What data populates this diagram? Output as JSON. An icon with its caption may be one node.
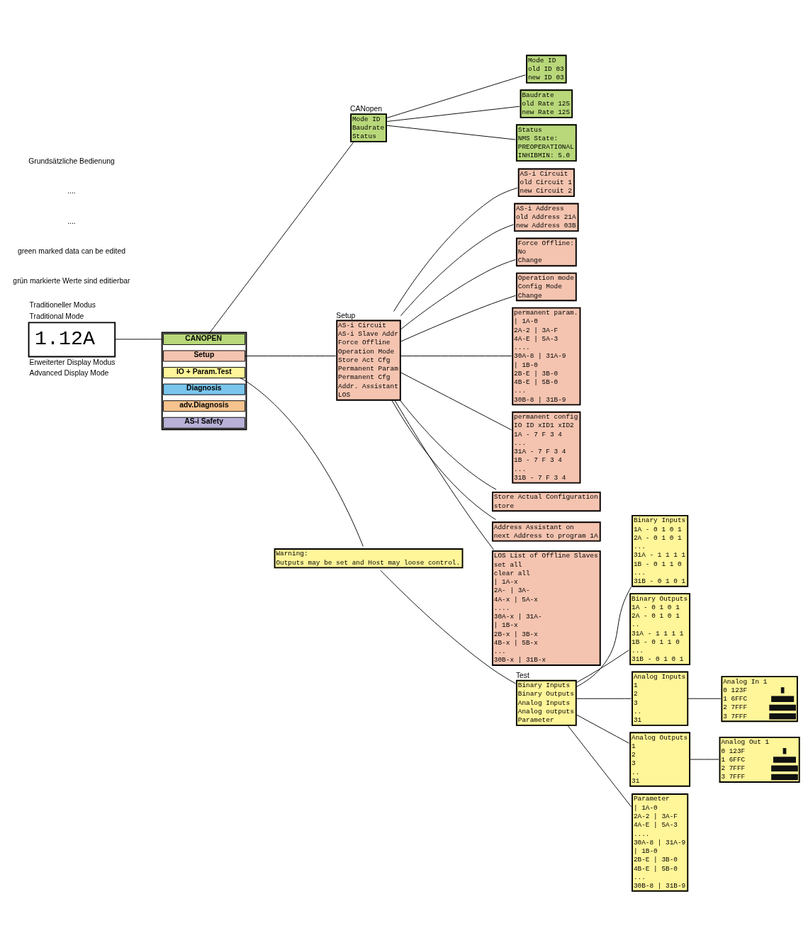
{
  "diagram": {
    "nodes": [
      {
        "text": [
          "1.12A"
        ],
        "beside": [
          "Traditioneller Modus",
          "Traditional Mode",
          "Erweiterter Display Modus",
          "Advanced Display Mode"
        ]
      },
      {
        "text": [],
        "shape": "box"
      },
      {
        "text": [
          "CANOPEN"
        ],
        "in": 1
      },
      {
        "text": [
          "Setup"
        ],
        "in": 1
      },
      {
        "text": [
          "IO + Param.Test"
        ],
        "in": 1
      },
      {
        "text": [
          "Diagnosis"
        ],
        "in": 1
      },
      {
        "text": [
          "adv.Diagnosis"
        ],
        "in": 1
      },
      {
        "text": [
          "AS-i Safety"
        ],
        "in": 1
      },
      {
        "text": [
          "CANopen",
          "Mode ID",
          "Baudrate",
          "Status"
        ]
      },
      {
        "text": [
          "Mode ID",
          "old ID 03",
          "new ID 03"
        ]
      },
      {
        "text": [
          "Baudrate",
          "old Rate 125",
          "new Rate 125"
        ]
      },
      {
        "text": [
          "Status",
          "NMS State:",
          "PREOPERATIONAL",
          "INHIBMIN: 5.0"
        ]
      },
      {
        "text": [
          "Warning:",
          "Outputs may be set and Host may loose control."
        ]
      },
      {
        "text": [
          "Test",
          "Binary Inputs",
          "Binary Outputs",
          "Analog Inputs",
          "Analog outputs",
          "Parameter"
        ]
      },
      {
        "text": [
          "Binary Inputs",
          "1A - 0 1 0 1",
          "2A - 0 1 0 1",
          "...",
          "31A - 1 1 1 1",
          "1B - 0 1 1 0",
          "...",
          "31B - 0 1 0 1"
        ]
      },
      {
        "text": [
          "Binary Outputs",
          "1A - 0 1 0 1",
          "2A - 0 1 0 1",
          "..",
          "31A - 1 1 1 1",
          "1B - 0 1 1 0",
          "...",
          "31B - 0 1 0 1"
        ]
      },
      {
        "text": [
          "Analog Inputs",
          "1",
          "2",
          "3",
          "..",
          "31"
        ]
      },
      {
        "text": [
          "Analog Outputs",
          "1",
          "2",
          "3",
          "..",
          "31"
        ]
      },
      {
        "text": [
          "Parameter",
          "| 1A-0",
          "2A-2 | 3A-F",
          "4A-E | 5A-3",
          "....",
          "30A-8 | 31A-9",
          "| 1B-0",
          "2B-E | 3B-0",
          "4B-E | 5B-0",
          "...",
          "30B-8 | 31B-9"
        ]
      },
      {
        "text": [
          "Analog In 1",
          "0 123F",
          "1 6FFC",
          "2 7FFF",
          "3 7FFF"
        ]
      },
      {
        "text": [
          "Analog Out 1",
          "0 123F",
          "1 6FFC",
          "2 7FFF",
          "3 7FFF"
        ]
      },
      {
        "text": [
          "Setup",
          "AS-i Circuit",
          "AS-i Slave Addr",
          "Force Offline",
          "Operation Mode",
          "Store Act Cfg",
          "Permanent Param",
          "Permanent Cfg",
          "Addr. Assistant",
          "LOS"
        ]
      },
      {
        "text": [
          "AS-i Circuit",
          "old Circuit 1",
          "new Circuit 2"
        ]
      },
      {
        "text": [
          "AS-i Address",
          "old Address 21A",
          "new Address 03B"
        ]
      },
      {
        "text": [
          "Force Offline:",
          "No",
          "Change"
        ]
      },
      {
        "text": [
          "Operation mode",
          "Config Mode",
          "Change"
        ]
      },
      {
        "text": [
          "permanent param.",
          "| 1A-0",
          "2A-2 | 3A-F",
          "4A-E | 5A-3",
          "....",
          "30A-8 | 31A-9",
          "| 1B-0",
          "2B-E | 3B-0",
          "4B-E | 5B-0",
          "...",
          "30B-8 | 31B-9"
        ]
      },
      {
        "text": [
          "permanent config",
          "IO ID xID1 xID2",
          "1A - 7 F 3 4",
          "...",
          "31A - 7 F 3 4",
          "1B - 7 F 3 4",
          "...",
          "31B - 7 F 3 4"
        ]
      },
      {
        "text": [
          "Store Actual Configuration",
          "store"
        ]
      },
      {
        "text": [
          "Address Assistant on",
          "next Address to program 1A"
        ]
      },
      {
        "text": [
          "LOS List of Offline Slaves",
          "set all",
          "clear all",
          "| 1A-x",
          "2A- | 3A-",
          "4A-x | 5A-x",
          "....",
          "30A-x | 31A-",
          "| 1B-x",
          "2B-x | 3B-x",
          "4B-x | 5B-x",
          "...",
          "30B-x | 31B-x"
        ]
      }
    ],
    "edges": [
      {
        "from": 0,
        "to": 1,
        "arrow": "none"
      },
      {
        "from": 2,
        "to": 8,
        "arrow": "none"
      },
      {
        "from": 4,
        "to": 12,
        "arrow": "none"
      },
      {
        "from": 3,
        "to": 21,
        "arrow": "none"
      },
      {
        "from": 8,
        "to": 9,
        "arrow": "none"
      },
      {
        "from": 8,
        "to": 10,
        "arrow": "none"
      },
      {
        "from": 8,
        "to": 11,
        "arrow": "none"
      },
      {
        "from": 12,
        "to": 13,
        "arrow": "none"
      },
      {
        "from": 13,
        "to": 14,
        "arrow": "none"
      },
      {
        "from": 13,
        "to": 15,
        "arrow": "none"
      },
      {
        "from": 13,
        "to": 16,
        "arrow": "none"
      },
      {
        "from": 13,
        "to": 17,
        "arrow": "none"
      },
      {
        "from": 13,
        "to": 18,
        "arrow": "none"
      },
      {
        "from": 16,
        "to": 19,
        "arrow": "none"
      },
      {
        "from": 17,
        "to": 20,
        "arrow": "none"
      },
      {
        "from": 21,
        "to": 22,
        "arrow": "none"
      },
      {
        "from": 21,
        "to": 23,
        "arrow": "none"
      },
      {
        "from": 21,
        "to": 24,
        "arrow": "none"
      },
      {
        "from": 21,
        "to": 25,
        "arrow": "none"
      },
      {
        "from": 21,
        "to": 26,
        "arrow": "none"
      },
      {
        "from": 21,
        "to": 27,
        "arrow": "none"
      },
      {
        "from": 21,
        "to": 28,
        "arrow": "none"
      },
      {
        "from": 21,
        "to": 29,
        "arrow": "none"
      },
      {
        "from": 21,
        "to": 30,
        "arrow": "none"
      }
    ],
    "labels": [
      "grün markierte Werte sind editierbar",
      "green marked data can be edited",
      "....",
      "....",
      "Grundsätzliche Bedienung"
    ]
  }
}
